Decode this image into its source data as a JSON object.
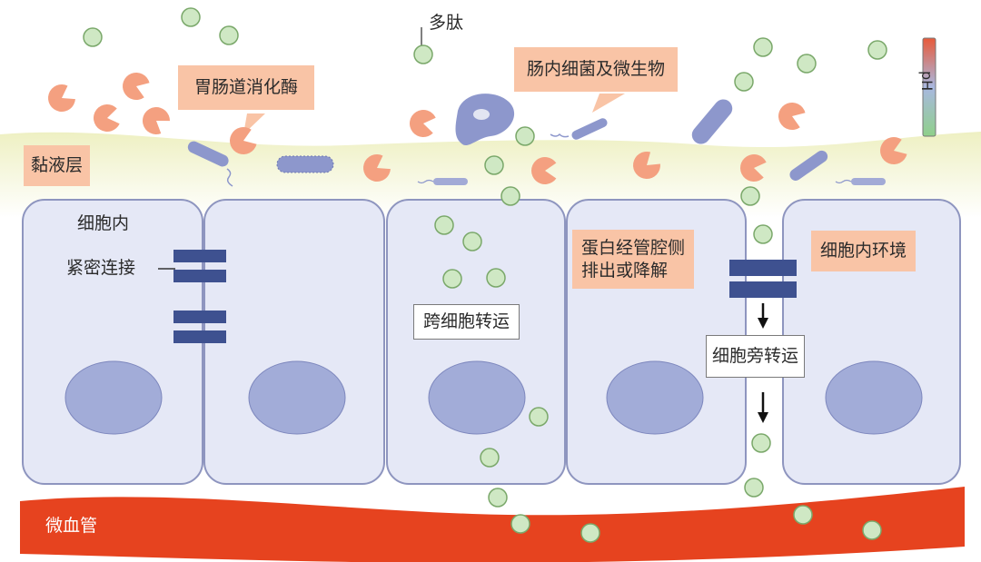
{
  "labels": {
    "peptide": "多肽",
    "gi_enzymes": "胃肠道消化酶",
    "gut_microbes": "肠内细菌及微生物",
    "ph": "pH",
    "mucus": "黏液层",
    "intracellular": "细胞内",
    "tight_junction": "紧密连接",
    "transcellular": "跨细胞转运",
    "efflux": "蛋白经管腔侧\n排出或降解",
    "intracellular_env": "细胞内环境",
    "paracellular": "细胞旁转运",
    "capillary": "微血管"
  },
  "colors": {
    "enzyme": "#f4a080",
    "peptide": "#cfe8c4",
    "peptide_stroke": "#7aa86a",
    "cell_fill": "#e5e8f6",
    "cell_stroke": "#8e95bf",
    "nucleus": "#a2acd8",
    "junction": "#3e5190",
    "mucus": "#f1f2cf",
    "capillary": "#e6431f",
    "label_box": "#f9c4a6",
    "bacteria": "#8d97cc"
  },
  "icons": [
    "enzyme-icon",
    "peptide-particle-icon",
    "bacterium-icon",
    "tight-junction-icon",
    "arrow-down-icon",
    "ph-gradient-icon"
  ]
}
